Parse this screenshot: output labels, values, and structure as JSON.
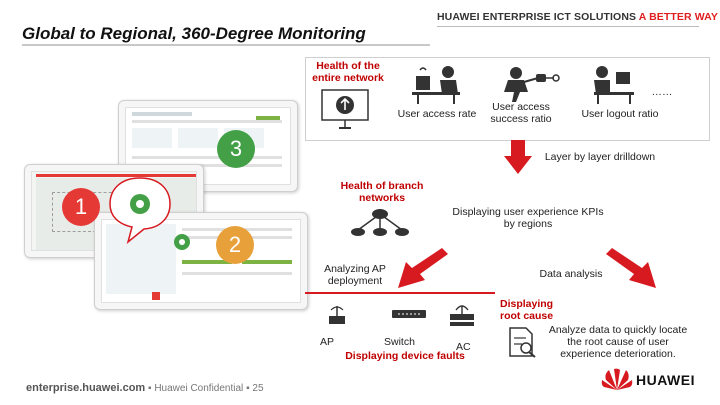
{
  "header": {
    "title": "Global to Regional, 360-Degree Monitoring",
    "brand_main": "HUAWEI ENTERPRISE ICT SOLUTIONS",
    "brand_accent": "A BETTER WAY"
  },
  "top_panel": {
    "health_entire": "Health of the entire network",
    "user_access_rate": "User access rate",
    "user_access_success": "User access success ratio",
    "user_logout_ratio": "User logout ratio",
    "ellipsis": "……"
  },
  "steps": {
    "layer_drilldown": "Layer by layer drilldown",
    "health_branch": "Health of branch networks",
    "displaying_ux": "Displaying user experience KPIs by regions",
    "analyzing_ap": "Analyzing AP deployment",
    "data_analysis": "Data analysis",
    "displaying_root": "Displaying root cause",
    "analyze_data": "Analyze data to quickly locate the root cause of user experience deterioration.",
    "device_ap": "AP",
    "device_switch": "Switch",
    "device_ac": "AC",
    "device_faults": "Displaying device faults"
  },
  "badges": {
    "one": "1",
    "two": "2",
    "three": "3"
  },
  "footer": {
    "site": "enterprise.huawei.com",
    "confidential": "Huawei Confidential",
    "page": "25",
    "logo": "HUAWEI"
  },
  "colors": {
    "badge_red": "#e53935",
    "badge_green": "#43a047",
    "badge_orange": "#e8a13a",
    "arrow_red": "#d71920"
  }
}
